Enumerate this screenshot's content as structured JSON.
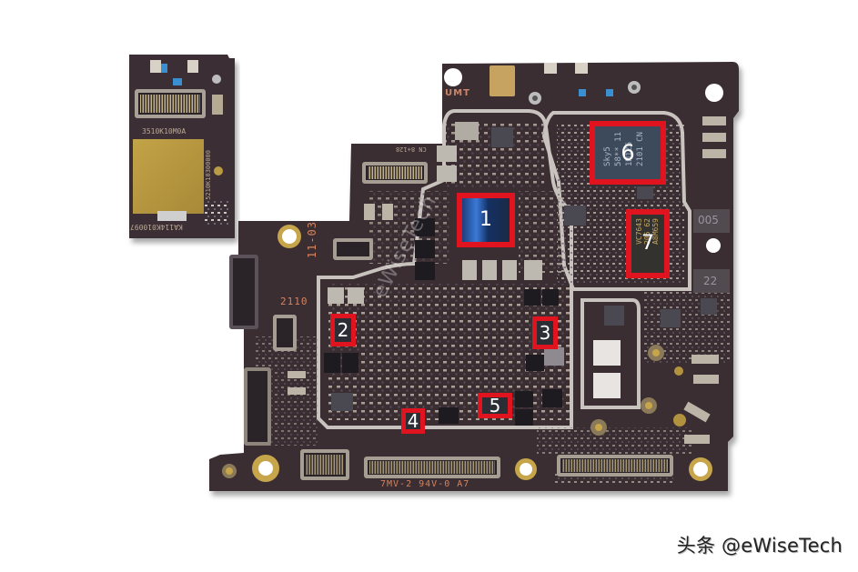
{
  "image": {
    "subject": "Smartphone mainboard PCB with numbered chip markers",
    "background_color": "#ffffff",
    "pcb_color": "#3a2e33",
    "marker_color": "#e0141e",
    "shield_outline_color": "#c9c3c0"
  },
  "markers": [
    {
      "id": "1",
      "label": "1"
    },
    {
      "id": "2",
      "label": "2"
    },
    {
      "id": "3",
      "label": "3"
    },
    {
      "id": "4",
      "label": "4"
    },
    {
      "id": "5",
      "label": "5"
    },
    {
      "id": "6",
      "label": "6"
    },
    {
      "id": "7",
      "label": "7"
    }
  ],
  "chip_markings": {
    "chip6": "Sky5\n58** 11\n1M1Z5\n2101 CN",
    "chip7": "VC7643\n205 62\nA8M659"
  },
  "silkscreen": {
    "umt": "UMT",
    "sub_board_code": "3510K10M0A",
    "sub_board_side_code": "5210K10300000",
    "sub_board_serial": "KA114K010097",
    "date_code": "11-03",
    "year_code": "2110",
    "connector_code": "CN 8+128",
    "bottom_code": "7MV-2 94V-0 A7",
    "pad_label_005": "005",
    "pad_label_22": "22"
  },
  "watermark": {
    "text": "头条 @eWiseTech",
    "overlay_text": "eWiseTech"
  }
}
